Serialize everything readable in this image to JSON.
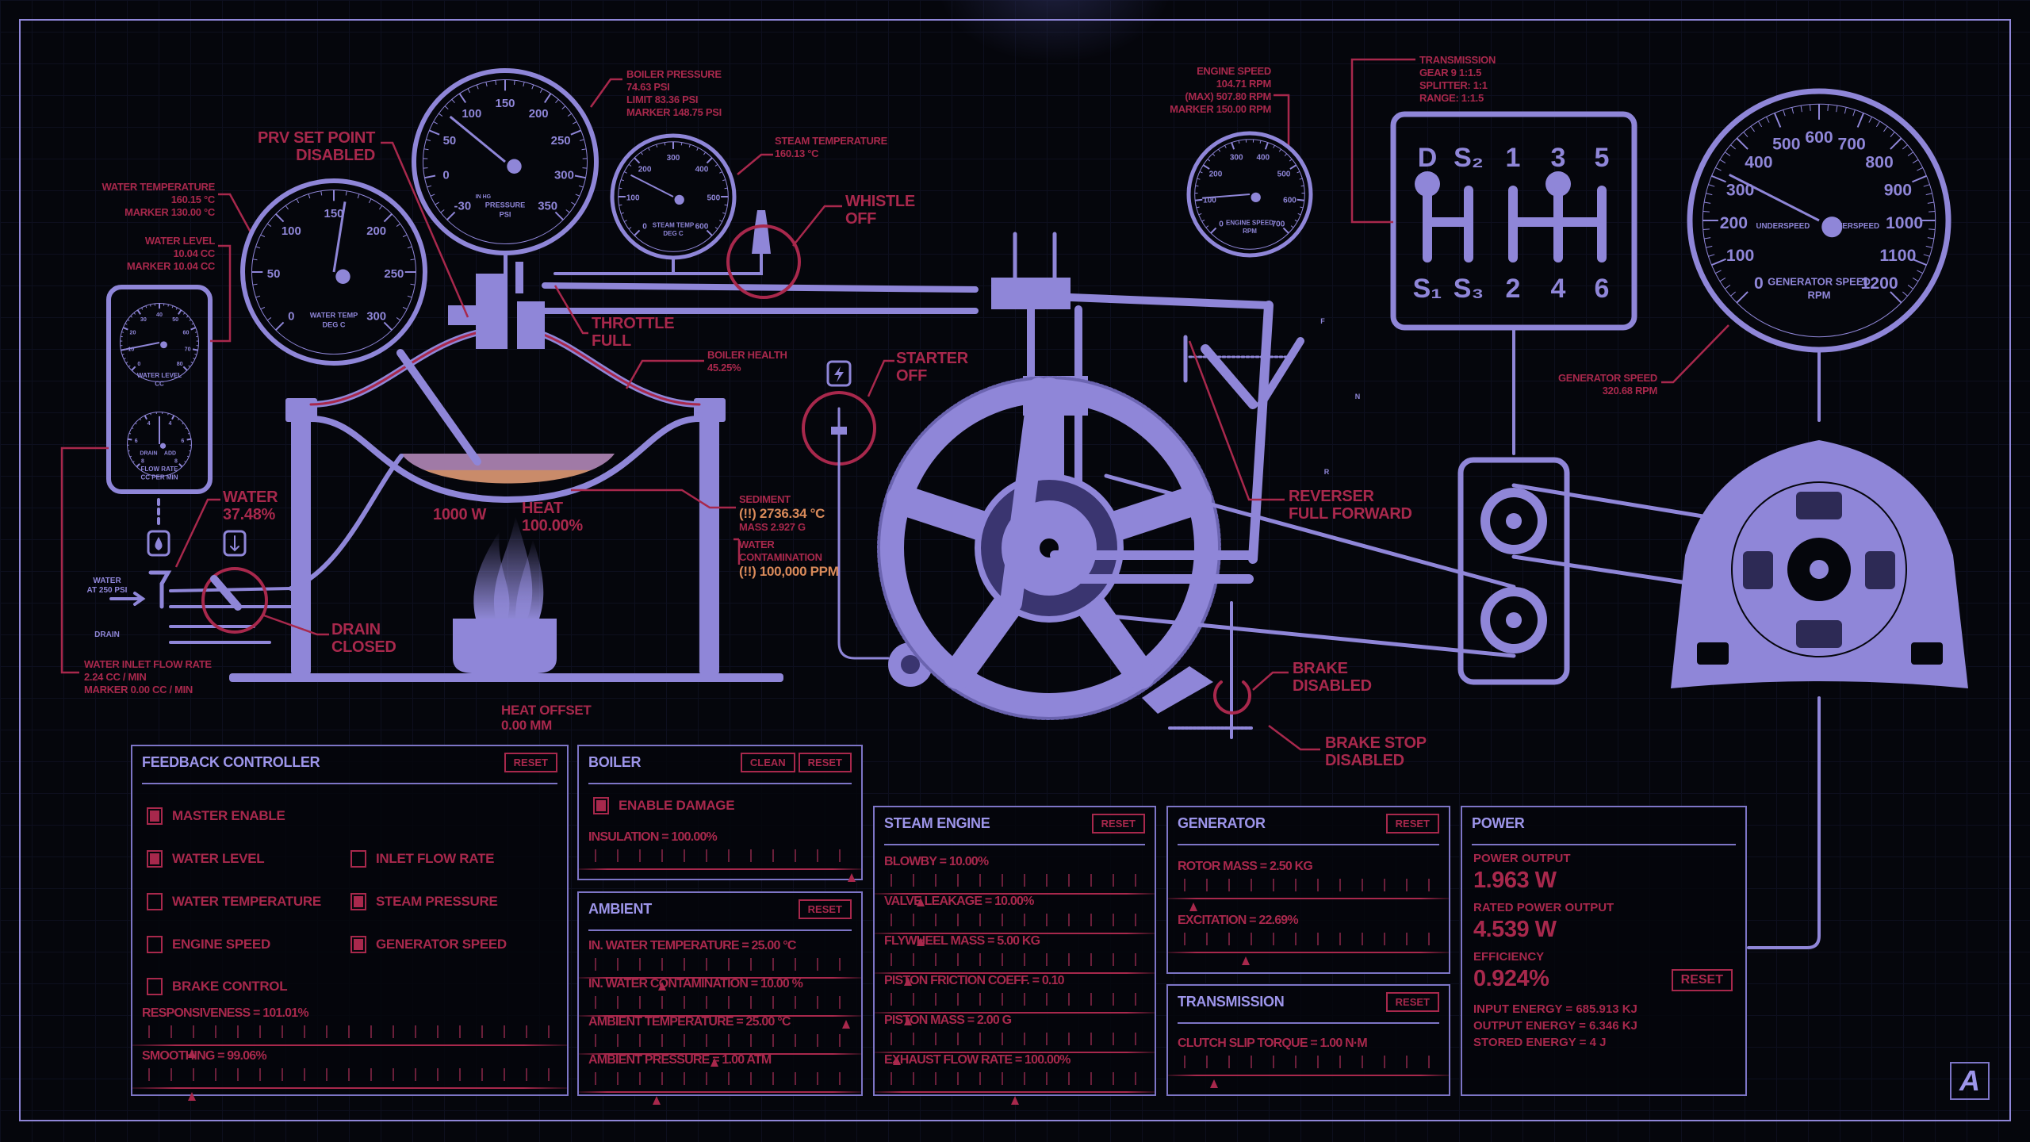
{
  "colors": {
    "accent": "#8f86d8",
    "alert": "#a8284c",
    "warning": "#d98a5a",
    "background": "#05060c"
  },
  "labels": {
    "prv": {
      "title": "PRV SET POINT",
      "state": "DISABLED"
    },
    "boiler_pressure": {
      "title": "BOILER PRESSURE",
      "value": "74.63 PSI",
      "limit": "LIMIT 83.36 PSI",
      "marker": "MARKER 148.75 PSI"
    },
    "steam_temperature": {
      "title": "STEAM TEMPERATURE",
      "value": "160.13 °C"
    },
    "whistle": {
      "title": "WHISTLE",
      "state": "OFF"
    },
    "water_temperature": {
      "title": "WATER TEMPERATURE",
      "value": "160.15 °C",
      "marker": "MARKER 130.00 °C"
    },
    "water_level": {
      "title": "WATER LEVEL",
      "value": "10.04 CC",
      "marker": "MARKER 10.04 CC"
    },
    "throttle": {
      "title": "THROTTLE",
      "state": "FULL"
    },
    "boiler_health": {
      "title": "BOILER HEALTH",
      "value": "45.25%"
    },
    "starter": {
      "title": "STARTER",
      "state": "OFF"
    },
    "water": {
      "title": "WATER",
      "value": "37.48%"
    },
    "heat_power": "1000 W",
    "heat": {
      "title": "HEAT",
      "value": "100.00%"
    },
    "sediment": {
      "title": "SEDIMENT",
      "temp": "(!!) 2736.34 °C",
      "mass": "MASS 2.927 G",
      "contam_title1": "WATER",
      "contam_title2": "CONTAMINATION",
      "contam_value": "(!!) 100,000 PPM"
    },
    "drain": {
      "title": "DRAIN",
      "state": "CLOSED"
    },
    "inlet_flow": {
      "title": "WATER INLET FLOW RATE",
      "value": "2.24 CC / MIN",
      "marker": "MARKER 0.00 CC / MIN"
    },
    "heat_offset": {
      "title": "HEAT OFFSET",
      "value": "0.00 MM"
    },
    "engine_speed": {
      "title": "ENGINE SPEED",
      "value": "104.71 RPM",
      "max": "(MAX) 507.80 RPM",
      "marker": "MARKER 150.00 RPM"
    },
    "transmission": {
      "title": "TRANSMISSION",
      "gear": "GEAR 9 1:1.5",
      "splitter": "SPLITTER: 1:1",
      "range": "RANGE: 1:1.5"
    },
    "generator_speed": {
      "title": "GENERATOR SPEED",
      "value": "320.68 RPM"
    },
    "reverser": {
      "title": "REVERSER",
      "state": "FULL FORWARD"
    },
    "brake": {
      "title": "BRAKE",
      "state": "DISABLED"
    },
    "brake_stop": {
      "title": "BRAKE STOP",
      "state": "DISABLED"
    },
    "water_inlet_note1": "WATER",
    "water_inlet_note2": "AT 250 PSI",
    "drain_pipe": "DRAIN",
    "reverser_marks": {
      "f": "F",
      "n": "N",
      "r": "R"
    },
    "shifter_top": [
      "D",
      "S₂",
      "1",
      "3",
      "5"
    ],
    "shifter_bottom": [
      "S₁",
      "S₃",
      "2",
      "4",
      "6"
    ],
    "icons": {
      "water_valve": "drop-icon",
      "drain_valve": "arrow-down-icon",
      "starter": "lightning-icon"
    }
  },
  "gauges": {
    "pressure": {
      "labels": [
        "-30",
        "0",
        "50",
        "100",
        "150",
        "200",
        "250",
        "300",
        "350"
      ],
      "value_index": 2.5,
      "caption1": "PRESSURE",
      "caption2": "PSI",
      "note": "IN HG"
    },
    "water_temp": {
      "labels": [
        "0",
        "50",
        "100",
        "150",
        "200",
        "250",
        "300"
      ],
      "value_index": 3.2,
      "caption1": "WATER TEMP",
      "caption2": "DEG C"
    },
    "steam_temp": {
      "labels": [
        "0",
        "100",
        "200",
        "300",
        "400",
        "500",
        "600"
      ],
      "value_index": 1.6,
      "caption1": "STEAM TEMP",
      "caption2": "DEG C"
    },
    "engine_speed": {
      "labels": [
        "0",
        "100",
        "200",
        "300",
        "400",
        "500",
        "600",
        "700"
      ],
      "value_index": 1.05,
      "caption1": "ENGINE SPEED",
      "caption2": "RPM"
    },
    "generator": {
      "labels": [
        "0",
        "100",
        "200",
        "300",
        "400",
        "500",
        "600",
        "700",
        "800",
        "900",
        "1000",
        "1100",
        "1200"
      ],
      "value_index": 3.2,
      "caption1": "GENERATOR SPEED",
      "caption2": "RPM",
      "under": "UNDERSPEED",
      "over": "OVERSPEED"
    },
    "water_level": {
      "labels": [
        "0",
        "10",
        "20",
        "30",
        "40",
        "50",
        "60",
        "70",
        "80"
      ],
      "value_index": 1,
      "caption1": "WATER LEVEL",
      "caption2": "CC"
    },
    "flow_rate": {
      "labels": [
        "8",
        "6",
        "4",
        "4",
        "6",
        "8"
      ],
      "value_index": 2.5,
      "caption1": "FLOW RATE",
      "caption2": "CC PER MIN",
      "left": "DRAIN",
      "right": "ADD"
    }
  },
  "panels": {
    "feedback": {
      "title": "FEEDBACK CONTROLLER",
      "reset": "RESET",
      "checkboxes": [
        {
          "label": "MASTER ENABLE",
          "checked": true
        },
        {
          "label": "WATER LEVEL",
          "checked": true
        },
        {
          "label": "INLET FLOW RATE",
          "checked": false
        },
        {
          "label": "WATER TEMPERATURE",
          "checked": false
        },
        {
          "label": "STEAM PRESSURE",
          "checked": true
        },
        {
          "label": "ENGINE SPEED",
          "checked": false
        },
        {
          "label": "GENERATOR SPEED",
          "checked": true
        },
        {
          "label": "BRAKE CONTROL",
          "checked": false
        }
      ],
      "sliders": [
        {
          "label": "RESPONSIVENESS = 101.01%",
          "marker_fraction": 0.12
        },
        {
          "label": "SMOOTHING = 99.06%",
          "marker_fraction": 0.12
        }
      ]
    },
    "boiler": {
      "title": "BOILER",
      "clean": "CLEAN",
      "reset": "RESET",
      "checkbox": {
        "label": "ENABLE DAMAGE",
        "checked": true
      },
      "sliders": [
        {
          "label": "INSULATION = 100.00%",
          "marker_fraction": 1.0
        }
      ]
    },
    "ambient": {
      "title": "AMBIENT",
      "reset": "RESET",
      "sliders": [
        {
          "label": "IN. WATER TEMPERATURE = 25.00 °C",
          "marker_fraction": 0.28
        },
        {
          "label": "IN. WATER CONTAMINATION = 10.00 %",
          "marker_fraction": 0.98
        },
        {
          "label": "AMBIENT TEMPERATURE = 25.00 °C",
          "marker_fraction": 0.48
        },
        {
          "label": "AMBIENT PRESSURE = 1.00 ATM",
          "marker_fraction": 0.26
        }
      ]
    },
    "steam_engine": {
      "title": "STEAM ENGINE",
      "reset": "RESET",
      "sliders": [
        {
          "label": "BLOWBY = 10.00%",
          "marker_fraction": 0.14
        },
        {
          "label": "VALVE LEAKAGE = 10.00%",
          "marker_fraction": 0.14
        },
        {
          "label": "FLYWHEEL MASS = 5.00 KG",
          "marker_fraction": 0.09
        },
        {
          "label": "PISTON FRICTION COEFF. = 0.10",
          "marker_fraction": 0.09
        },
        {
          "label": "PISTON MASS = 2.00 G",
          "marker_fraction": 0.05
        },
        {
          "label": "EXHAUST FLOW RATE = 100.00%",
          "marker_fraction": 0.5
        }
      ]
    },
    "generator": {
      "title": "GENERATOR",
      "reset": "RESET",
      "sliders": [
        {
          "label": "ROTOR MASS = 2.50 KG",
          "marker_fraction": 0.06
        },
        {
          "label": "EXCITATION = 22.69%",
          "marker_fraction": 0.26
        }
      ]
    },
    "transmission": {
      "title": "TRANSMISSION",
      "reset": "RESET",
      "sliders": [
        {
          "label": "CLUTCH SLIP TORQUE = 1.00 N·M",
          "marker_fraction": 0.14
        }
      ]
    },
    "power": {
      "title": "POWER",
      "output_label": "POWER OUTPUT",
      "output": "1.963 W",
      "rated_label": "RATED POWER OUTPUT",
      "rated": "4.539 W",
      "eff_label": "EFFICIENCY",
      "eff": "0.924%",
      "reset": "RESET",
      "input_energy": "INPUT ENERGY = 685.913 KJ",
      "output_energy": "OUTPUT ENERGY = 6.346 KJ",
      "stored_energy": "STORED ENERGY = 4 J"
    }
  },
  "logo": "A"
}
